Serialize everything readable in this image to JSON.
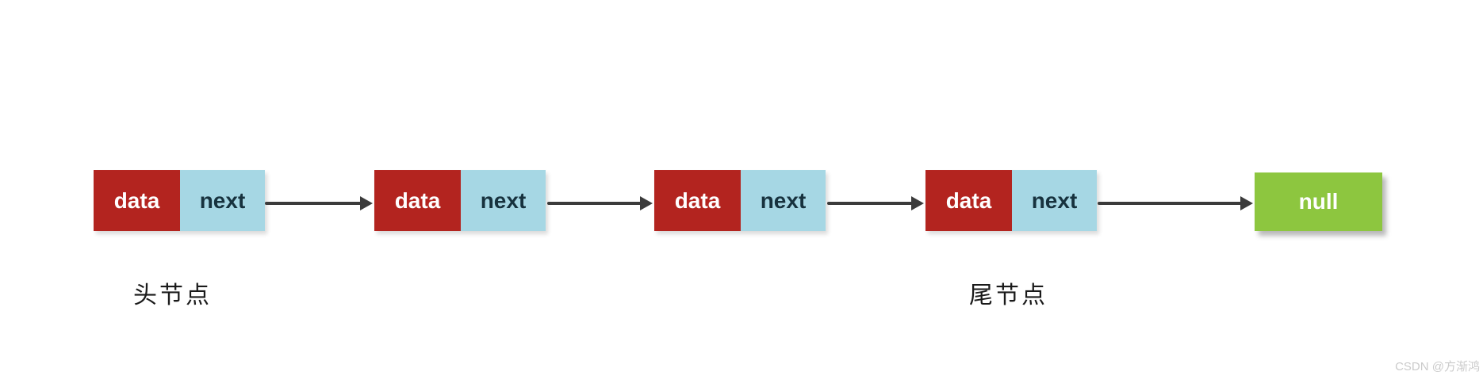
{
  "nodes": [
    {
      "data_label": "data",
      "next_label": "next"
    },
    {
      "data_label": "data",
      "next_label": "next"
    },
    {
      "data_label": "data",
      "next_label": "next"
    },
    {
      "data_label": "data",
      "next_label": "next"
    }
  ],
  "null_box": {
    "label": "null"
  },
  "captions": {
    "head": "头节点",
    "tail": "尾节点"
  },
  "watermark": "CSDN @方渐鸿",
  "colors": {
    "data_bg": "#b3241f",
    "next_bg": "#a6d7e4",
    "null_bg": "#8dc63f",
    "arrow": "#3b3b3b",
    "data_text": "#ffffff",
    "next_text": "#17323e",
    "caption_text": "#1a1a1a",
    "watermark_text": "#cbcbcb",
    "background": "#ffffff"
  }
}
